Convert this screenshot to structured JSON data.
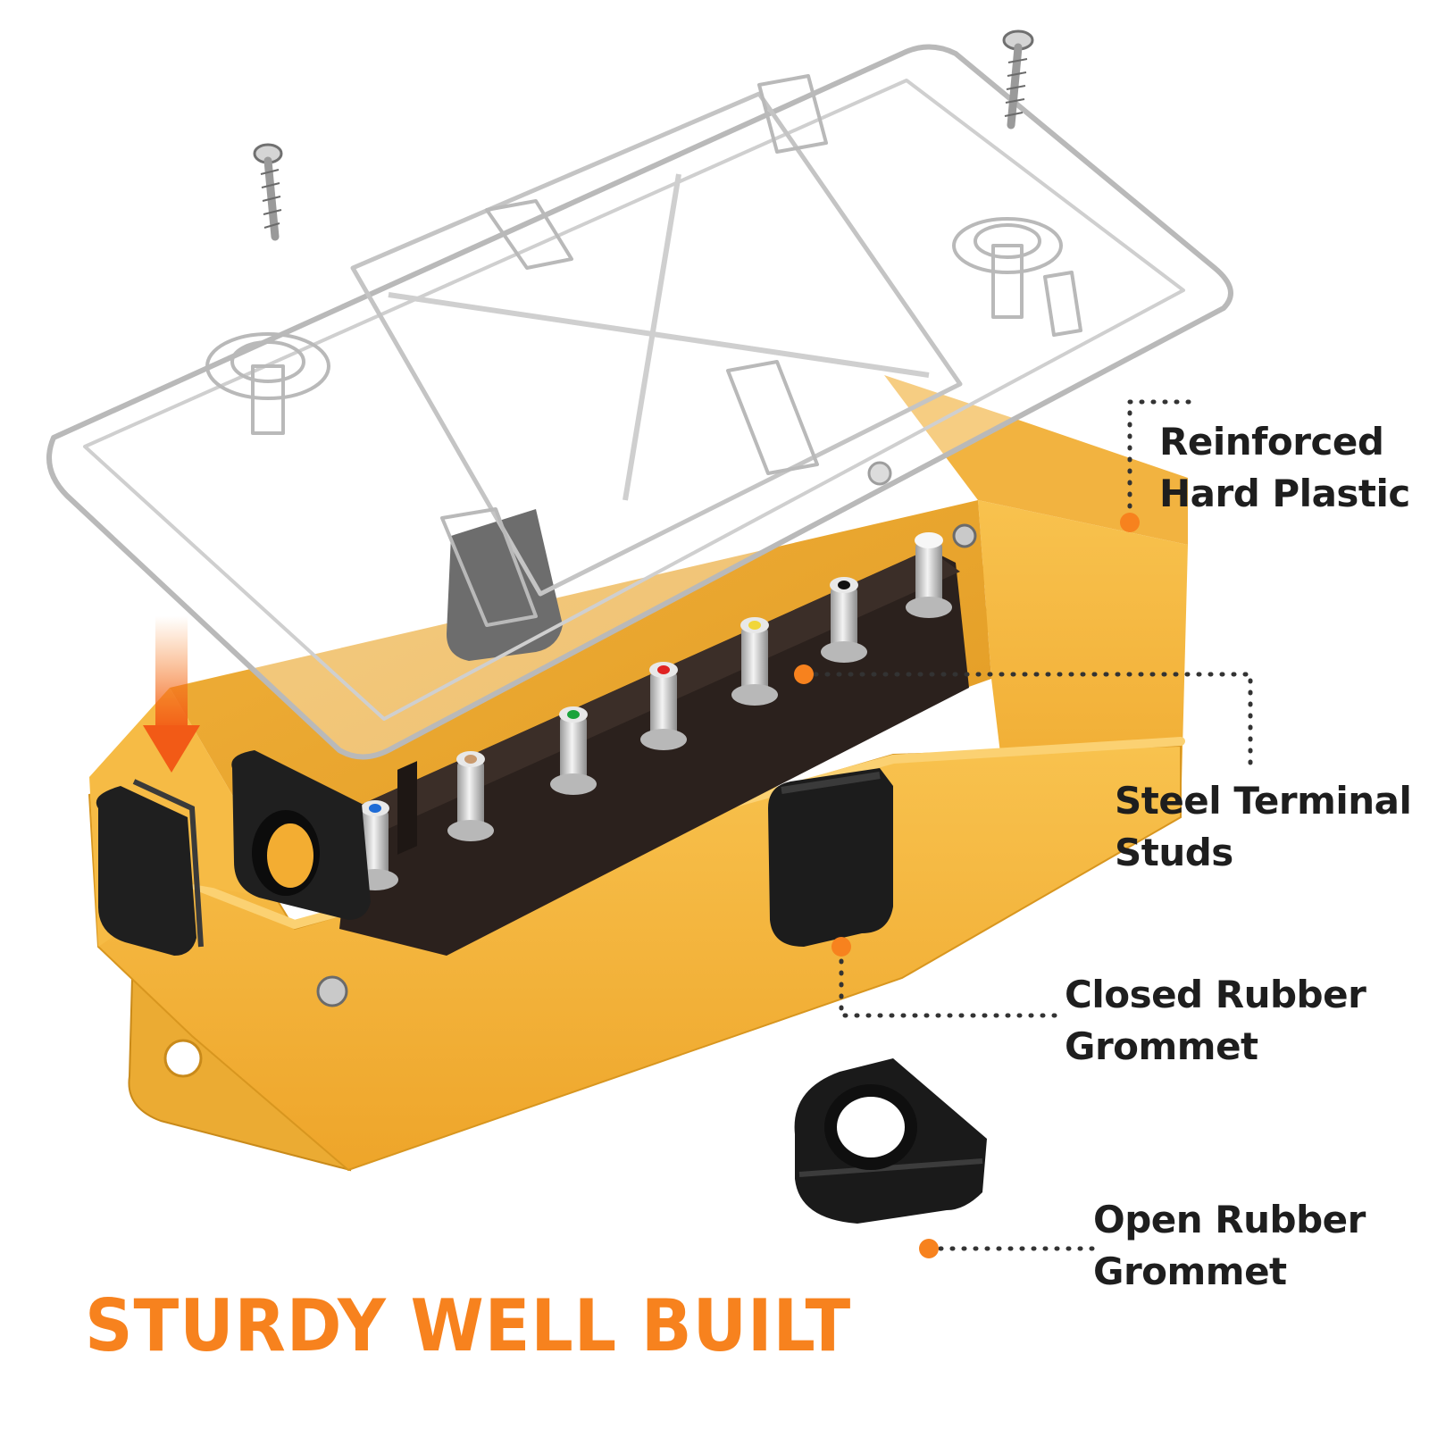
{
  "callouts": [
    {
      "id": "plastic",
      "line1": "Reinforced",
      "line2": "Hard Plastic"
    },
    {
      "id": "studs",
      "line1": "Steel Terminal",
      "line2": "Studs"
    },
    {
      "id": "closed",
      "line1": "Closed Rubber",
      "line2": "Grommet"
    },
    {
      "id": "open",
      "line1": "Open Rubber",
      "line2": "Grommet"
    }
  ],
  "headline": "STURDY WELL BUILT",
  "colors": {
    "accent_orange": "#f7821e",
    "box_yellow": "#f5b437",
    "terminal_dark": "#2b211d",
    "grommet_black": "#1c1c1c"
  },
  "stud_caps": [
    "blue",
    "tan",
    "green",
    "red",
    "yellow",
    "black",
    "white"
  ]
}
